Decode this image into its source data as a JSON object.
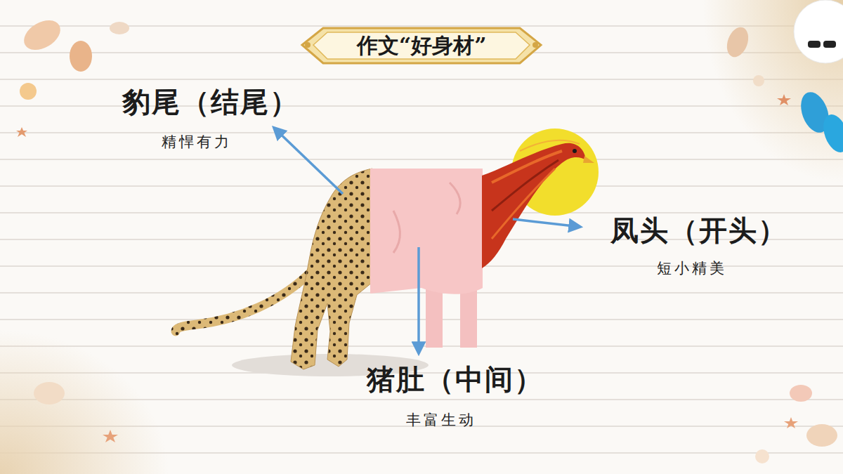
{
  "diagram": {
    "title": "作文“好身材”",
    "labels": [
      "豹尾（结尾）",
      "精悍有力",
      "凤头（开头）",
      "短小精美",
      "猪肚（中间）",
      "丰富生动"
    ]
  }
}
